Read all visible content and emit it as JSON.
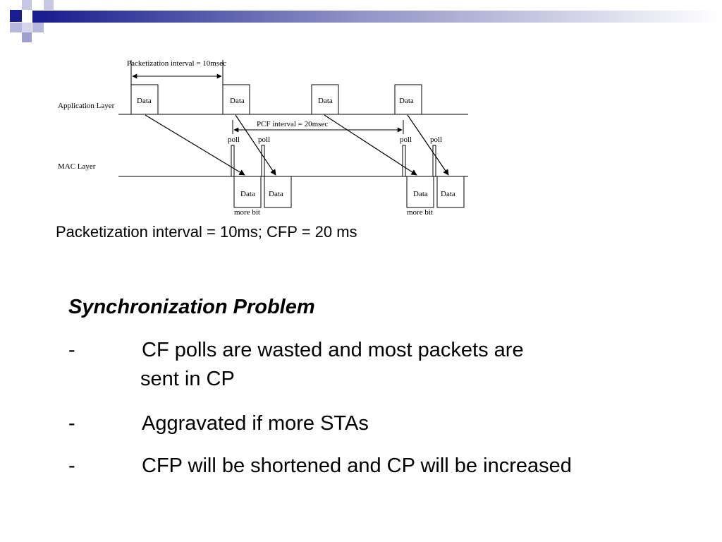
{
  "diagram": {
    "packetization_label": "Packetization interval = 10msec",
    "pcf_label": "PCF interval = 20msec",
    "app_layer_label": "Application Layer",
    "mac_layer_label": "MAC Layer",
    "data_label": "Data",
    "poll_label": "poll",
    "more_bit_label": "more bit"
  },
  "caption": "Packetization interval = 10ms; CFP = 20 ms",
  "heading": "Synchronization Problem",
  "bullets": [
    {
      "dash": "-",
      "line1": "CF polls are wasted and most packets are",
      "line2": "sent in CP"
    },
    {
      "dash": "-",
      "line1": "Aggravated if more STAs"
    },
    {
      "dash": "-",
      "line1": "CFP will be shortened and CP will be increased"
    }
  ],
  "colors": {
    "banner_dark": "#1a1f8f",
    "banner_light": "#b7b9dc"
  }
}
